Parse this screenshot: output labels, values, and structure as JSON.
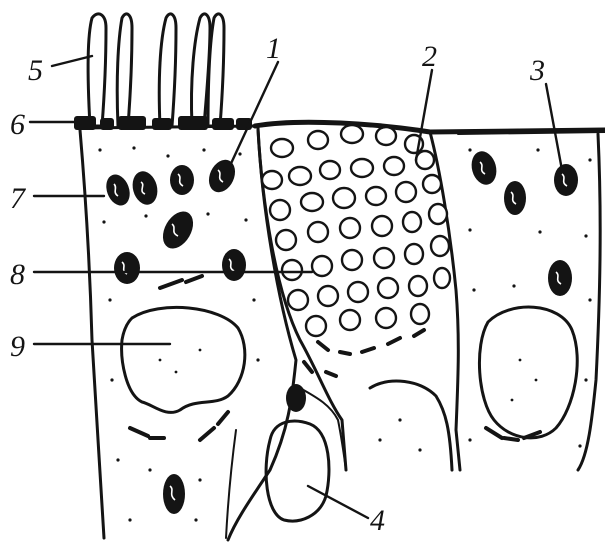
{
  "figure": {
    "colors": {
      "ink": "#141414",
      "paper": "#ffffff"
    },
    "callouts": [
      {
        "id": "1",
        "text": "1"
      },
      {
        "id": "2",
        "text": "2"
      },
      {
        "id": "3",
        "text": "3"
      },
      {
        "id": "4",
        "text": "4"
      },
      {
        "id": "5",
        "text": "5"
      },
      {
        "id": "6",
        "text": "6"
      },
      {
        "id": "7",
        "text": "7"
      },
      {
        "id": "8",
        "text": "8"
      },
      {
        "id": "9",
        "text": "9"
      }
    ]
  }
}
